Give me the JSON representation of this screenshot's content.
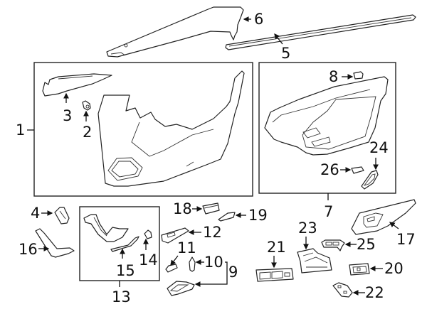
{
  "diagram": {
    "type": "exploded-parts-diagram",
    "callouts": {
      "c1": "1",
      "c2": "2",
      "c3": "3",
      "c4": "4",
      "c5": "5",
      "c6": "6",
      "c7": "7",
      "c8": "8",
      "c9": "9",
      "c10": "10",
      "c11": "11",
      "c12": "12",
      "c13": "13",
      "c14": "14",
      "c15": "15",
      "c16": "16",
      "c17": "17",
      "c18": "18",
      "c19": "19",
      "c20": "20",
      "c21": "21",
      "c22": "22",
      "c23": "23",
      "c24": "24",
      "c25": "25",
      "c26": "26"
    },
    "groups": [
      {
        "callout": "1",
        "contains": [
          "2",
          "3"
        ]
      },
      {
        "callout": "7",
        "contains": [
          "8",
          "24",
          "26"
        ]
      },
      {
        "callout": "13",
        "contains": [
          "14",
          "15"
        ]
      },
      {
        "callout": "9",
        "contains": [
          "10",
          "11"
        ]
      }
    ]
  }
}
